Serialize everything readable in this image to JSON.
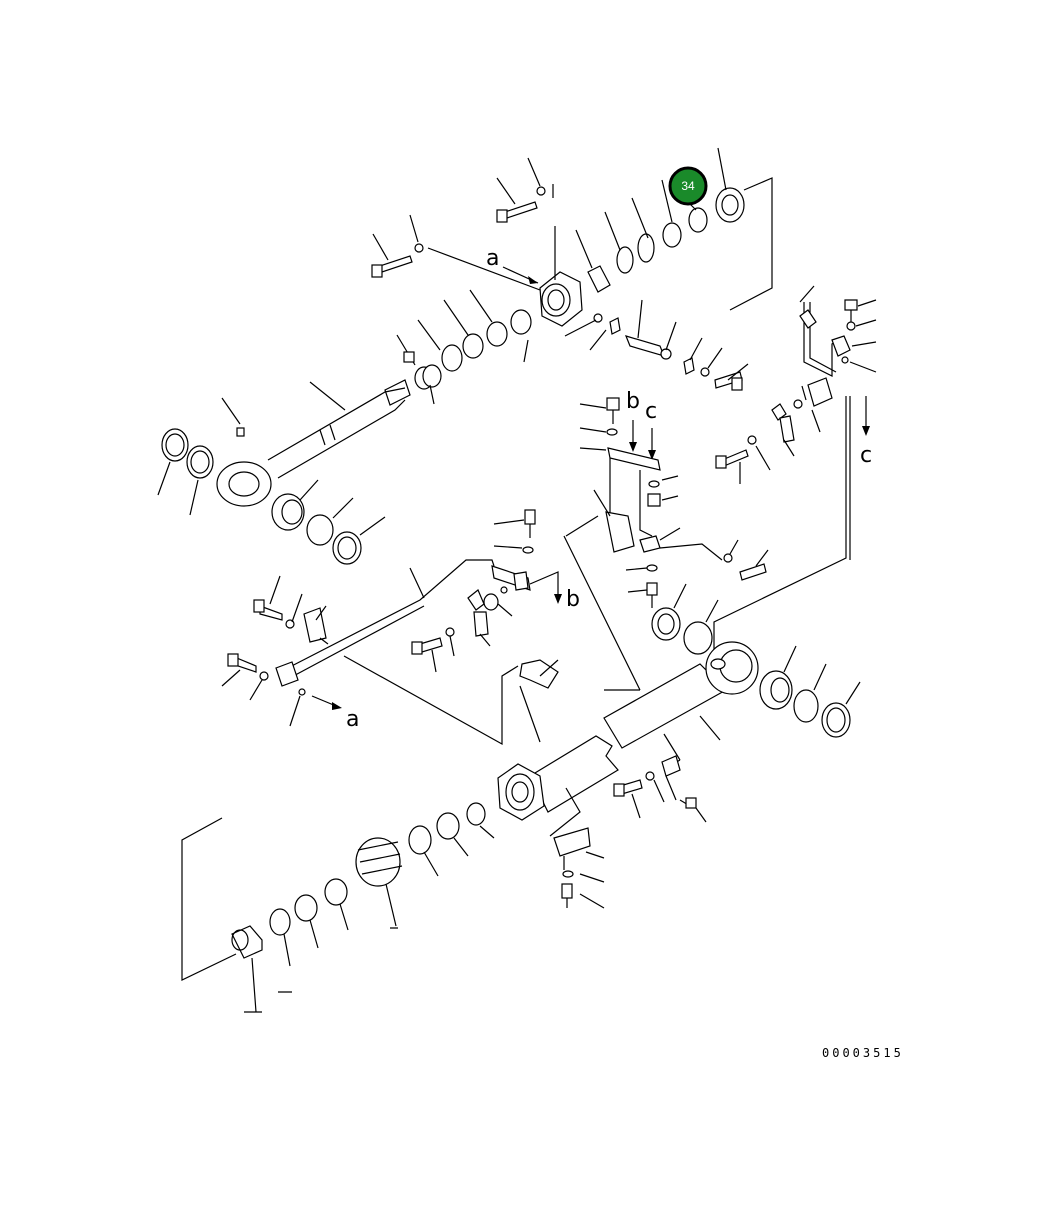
{
  "diagram": {
    "document_number": "00003515",
    "highlighted_callout": "34",
    "highlight_color": "#1a8a2a",
    "reference_letters": {
      "a": "a",
      "b": "b",
      "c": "c"
    }
  }
}
